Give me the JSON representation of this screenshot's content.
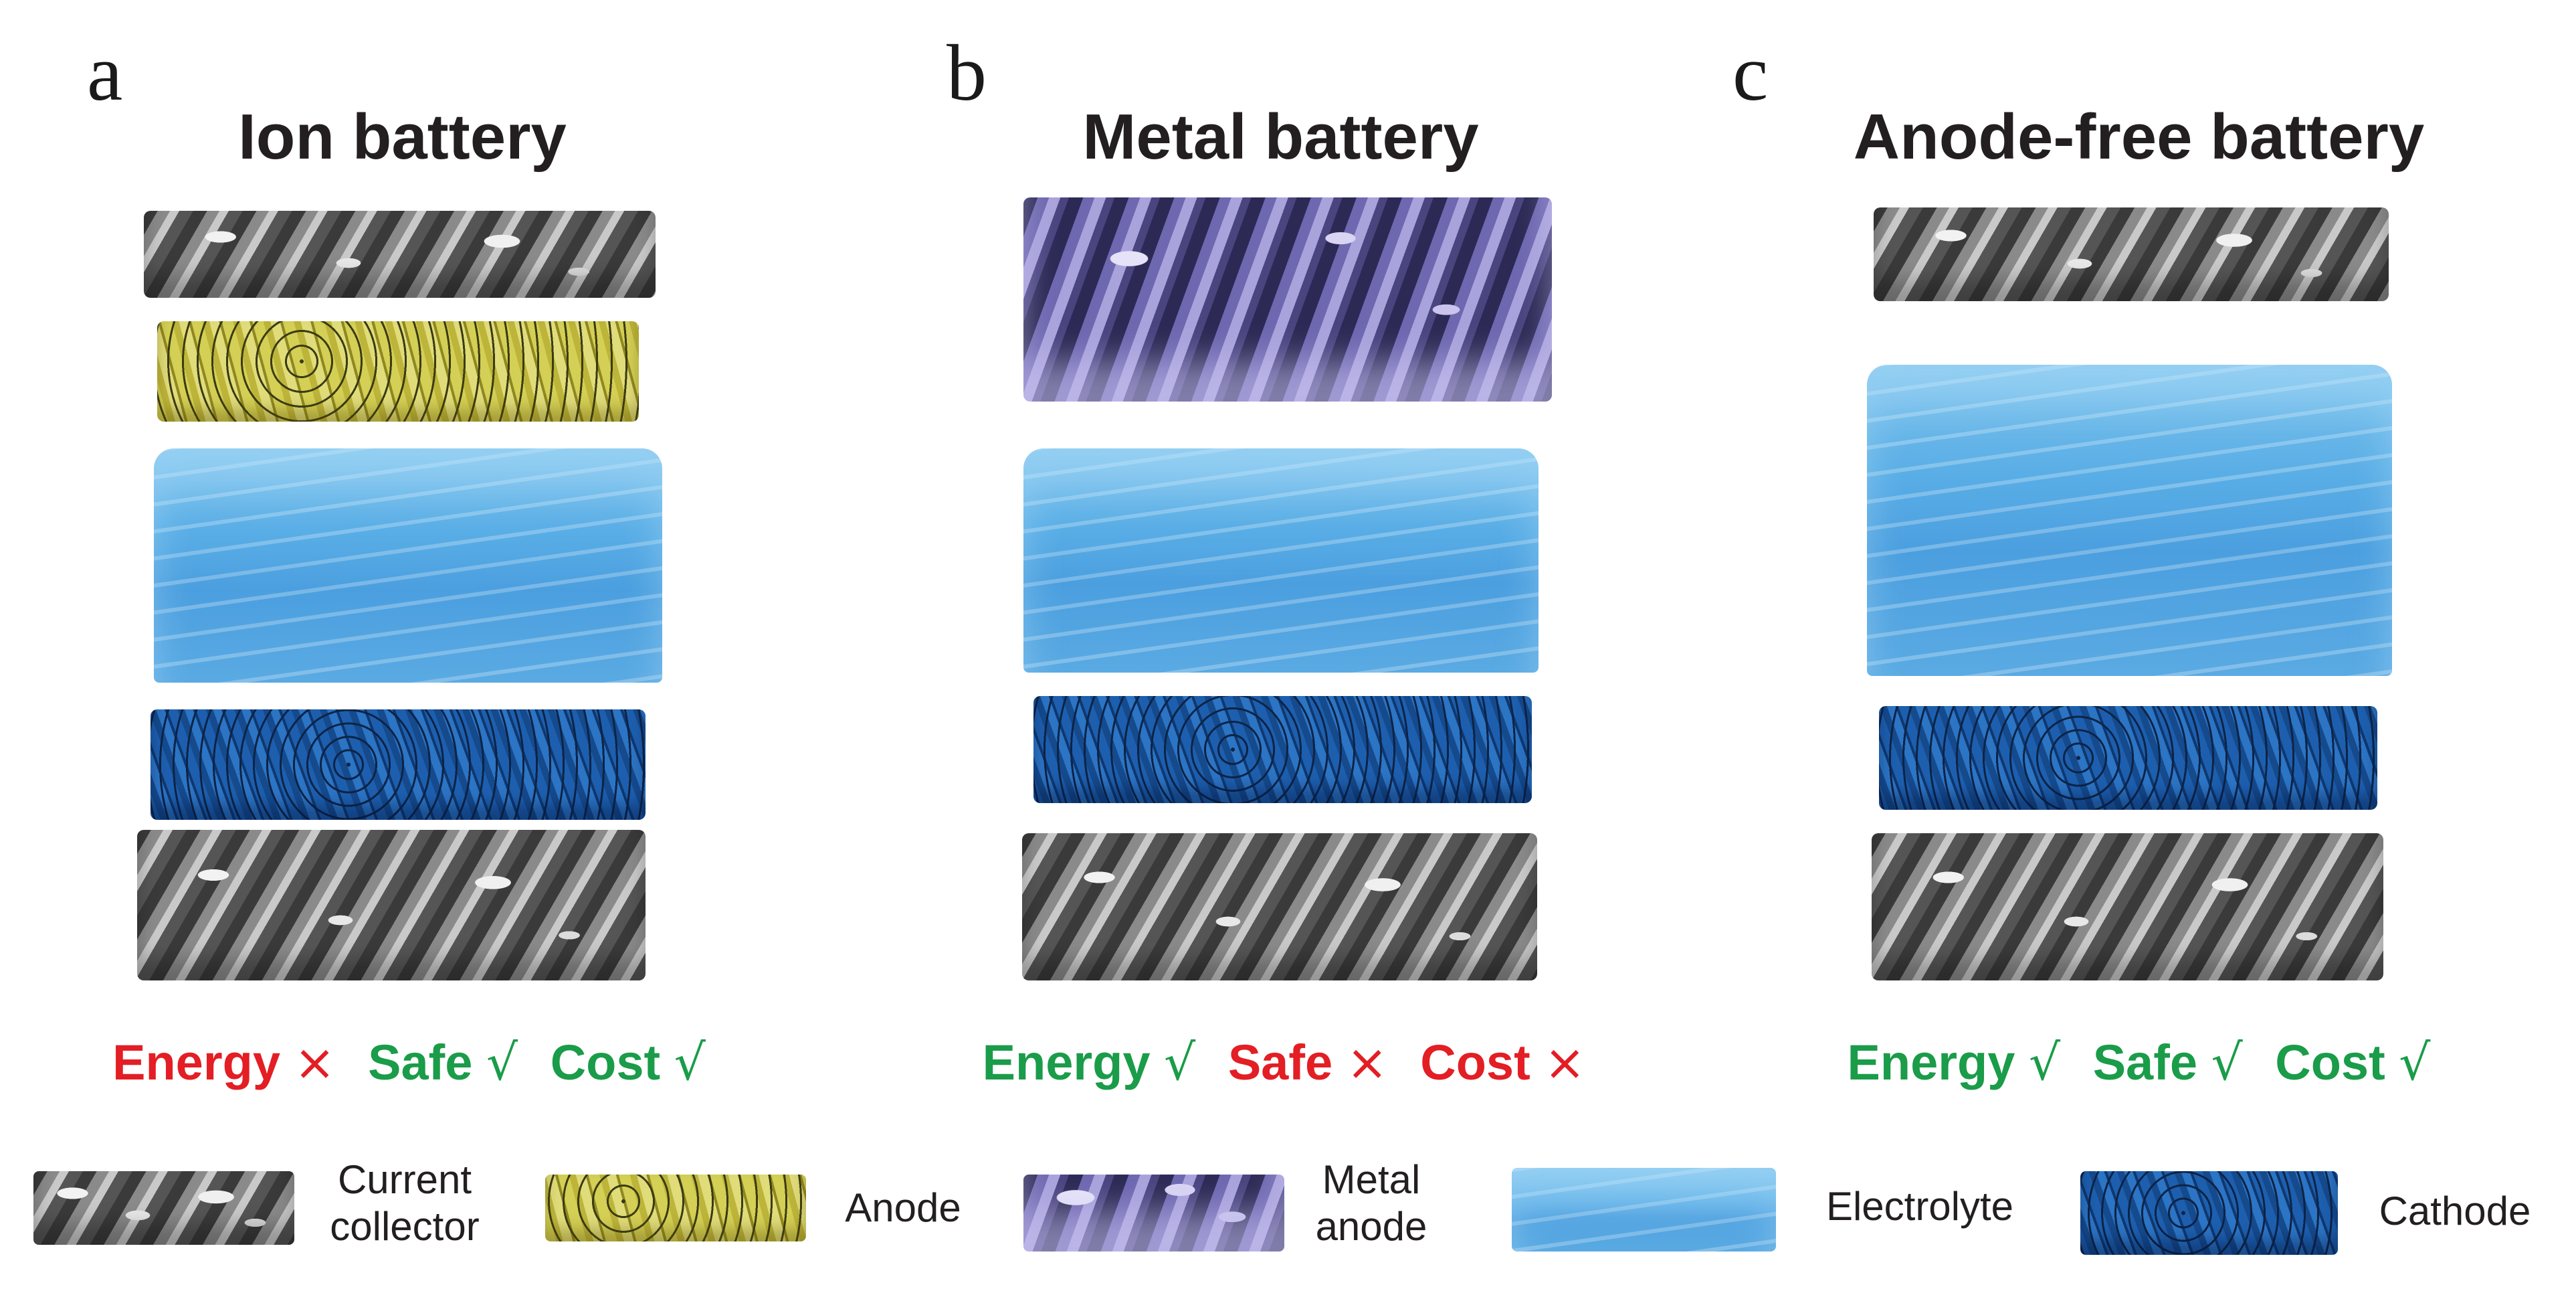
{
  "panels": [
    {
      "letter": "a",
      "title": "Ion battery",
      "properties": [
        {
          "label": "Energy",
          "mark": "×",
          "status": "bad"
        },
        {
          "label": "Safe",
          "mark": "√",
          "status": "good"
        },
        {
          "label": "Cost",
          "mark": "√",
          "status": "good"
        }
      ]
    },
    {
      "letter": "b",
      "title": "Metal battery",
      "properties": [
        {
          "label": "Energy",
          "mark": "√",
          "status": "good"
        },
        {
          "label": "Safe",
          "mark": "×",
          "status": "bad"
        },
        {
          "label": "Cost",
          "mark": "×",
          "status": "bad"
        }
      ]
    },
    {
      "letter": "c",
      "title": "Anode-free battery",
      "properties": [
        {
          "label": "Energy",
          "mark": "√",
          "status": "good"
        },
        {
          "label": "Safe",
          "mark": "√",
          "status": "good"
        },
        {
          "label": "Cost",
          "mark": "√",
          "status": "good"
        }
      ]
    }
  ],
  "legend": [
    {
      "label_line1": "Current",
      "label_line2": "collector"
    },
    {
      "label_line1": "Anode",
      "label_line2": ""
    },
    {
      "label_line1": "Metal",
      "label_line2": "anode"
    },
    {
      "label_line1": "Electrolyte",
      "label_line2": ""
    },
    {
      "label_line1": "Cathode",
      "label_line2": ""
    }
  ],
  "colors": {
    "good": "#1a9c49",
    "bad": "#e31e24",
    "current_collector": "#8a8a8a",
    "anode": "#d4cf55",
    "metal_anode": "#8f89cc",
    "electrolyte": "#5aaee6",
    "cathode": "#1d5fae"
  }
}
